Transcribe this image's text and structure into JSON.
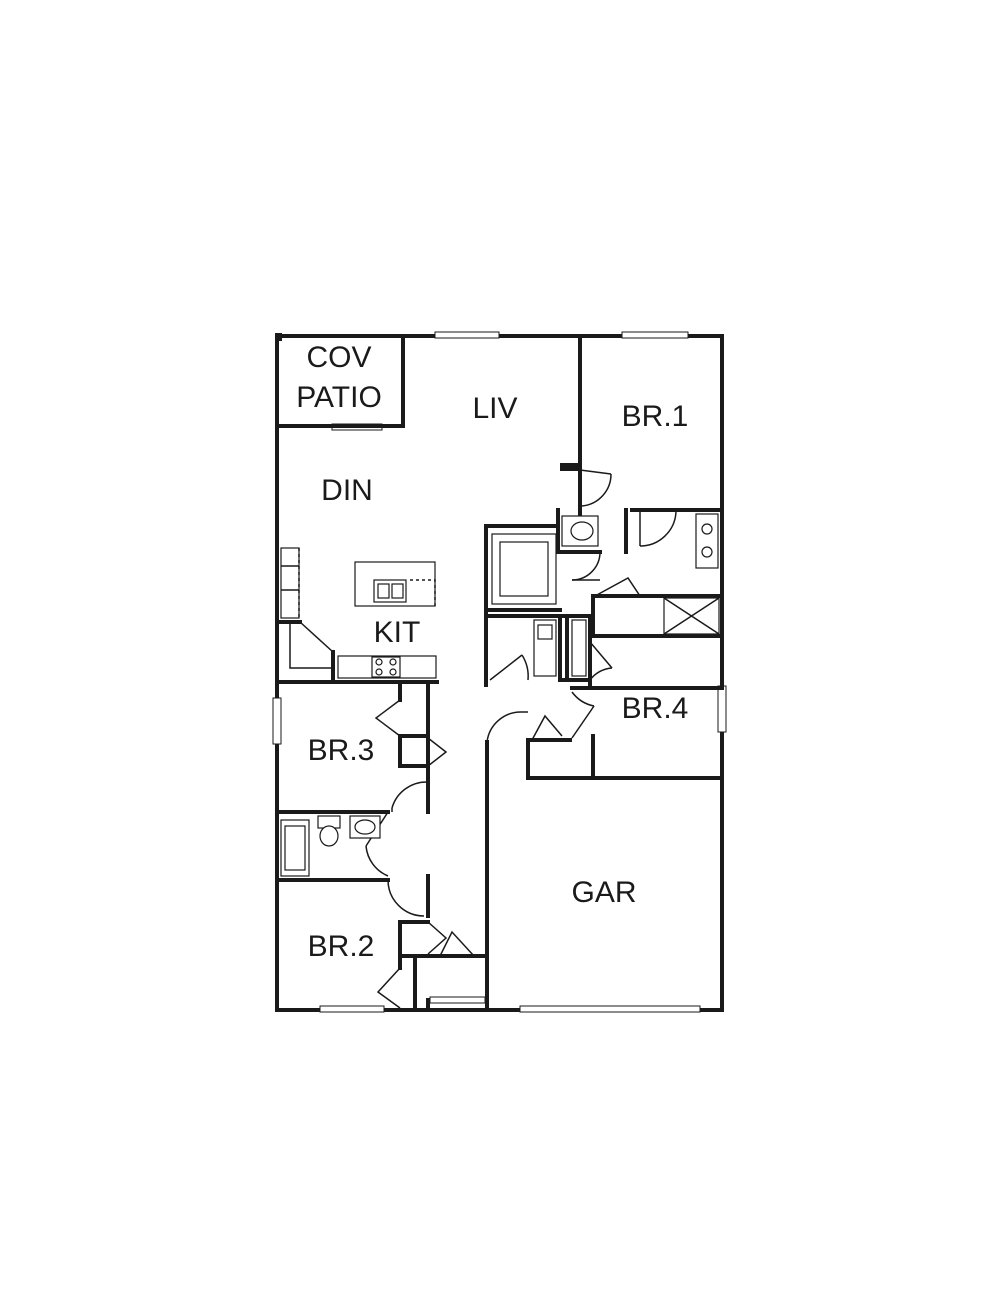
{
  "rooms": {
    "cov_patio_line1": "COV",
    "cov_patio_line2": "PATIO",
    "liv": "LIV",
    "br1": "BR.1",
    "din": "DIN",
    "kit": "KIT",
    "br4": "BR.4",
    "br3": "BR.3",
    "gar": "GAR",
    "br2": "BR.2"
  },
  "colors": {
    "line": "#1a1a1a",
    "background": "#ffffff"
  }
}
